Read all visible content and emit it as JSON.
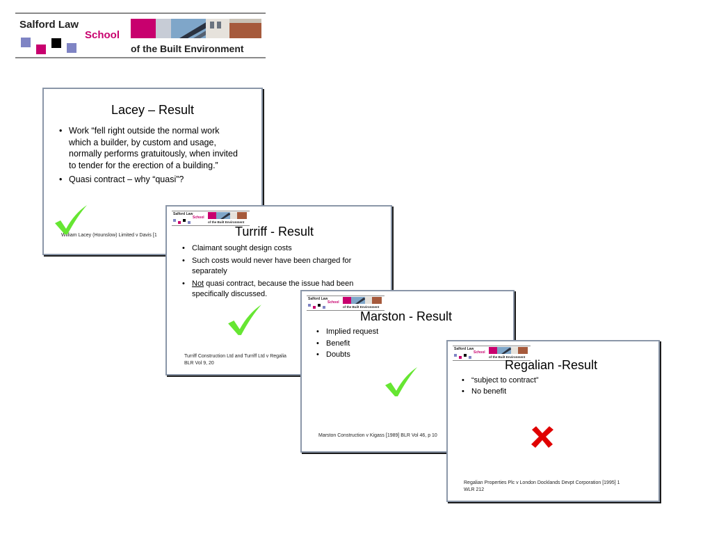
{
  "header": {
    "line1": "Salford Law",
    "line2": "School",
    "line3": "of the Built Environment",
    "colors": {
      "magenta": "#c8006e",
      "lavender": "#7f84c4",
      "black": "#000000",
      "rule": "#8a8a8a"
    }
  },
  "slides": [
    {
      "title": "Lacey – Result",
      "bullets": [
        "Work “fell right outside the normal work which a builder, by custom and usage, normally performs  gratuitously, when invited to tender for the erection of a building.”",
        "Quasi contract – why “quasi”?"
      ],
      "footer": "William Lacey (Hounslow) Limited v Davis [1",
      "result_icon": "check-icon"
    },
    {
      "title": "Turriff - Result",
      "bullets": [
        "Claimant sought design costs",
        "Such costs would never have been charged for separately",
        "Not quasi contract, because the issue had been specifically discussed."
      ],
      "underlined_word": "Not",
      "footer": "Turriff Construction Ltd and Turriff Ltd v Regalia",
      "footer2": "BLR Vol 9, 20",
      "result_icon": "check-icon"
    },
    {
      "title": "Marston - Result",
      "bullets": [
        "Implied request",
        "Benefit",
        "Doubts"
      ],
      "footer": "Marston Construction v Kigass [1989] BLR Vol 46, p 10",
      "result_icon": "check-icon"
    },
    {
      "title": "Regalian -Result",
      "bullets": [
        "“subject to contract”",
        "No benefit"
      ],
      "footer": "Regalian Properties Plc v London Docklands Devpt Corporation [1995] 1",
      "footer2": "WLR 212",
      "result_icon": "cross-icon"
    }
  ],
  "mini_logo": {
    "line1": "Salford Law",
    "line2": "School",
    "line3": "of the Built Environment"
  },
  "icon_colors": {
    "check": "#66e632",
    "cross": "#e00000"
  }
}
